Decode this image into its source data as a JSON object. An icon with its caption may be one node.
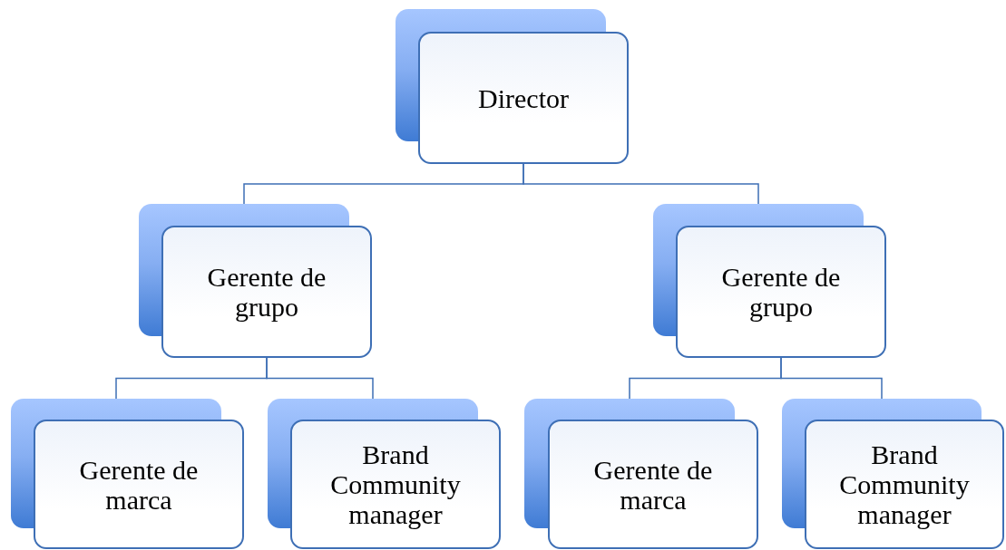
{
  "diagram": {
    "nodes": [
      {
        "text": [
          "Director"
        ]
      },
      {
        "text": [
          "Gerente de grupo"
        ]
      },
      {
        "text": [
          "Gerente de grupo"
        ]
      },
      {
        "text": [
          "Gerente de marca"
        ]
      },
      {
        "text": [
          "Brand Community manager"
        ]
      },
      {
        "text": [
          "Gerente de marca"
        ]
      },
      {
        "text": [
          "Brand Community manager"
        ]
      }
    ],
    "edges": [
      {
        "from": 0,
        "to": 1,
        "arrow": "none"
      },
      {
        "from": 0,
        "to": 2,
        "arrow": "none"
      },
      {
        "from": 1,
        "to": 3,
        "arrow": "none"
      },
      {
        "from": 1,
        "to": 4,
        "arrow": "none"
      },
      {
        "from": 2,
        "to": 5,
        "arrow": "none"
      },
      {
        "from": 2,
        "to": 6,
        "arrow": "none"
      }
    ]
  }
}
